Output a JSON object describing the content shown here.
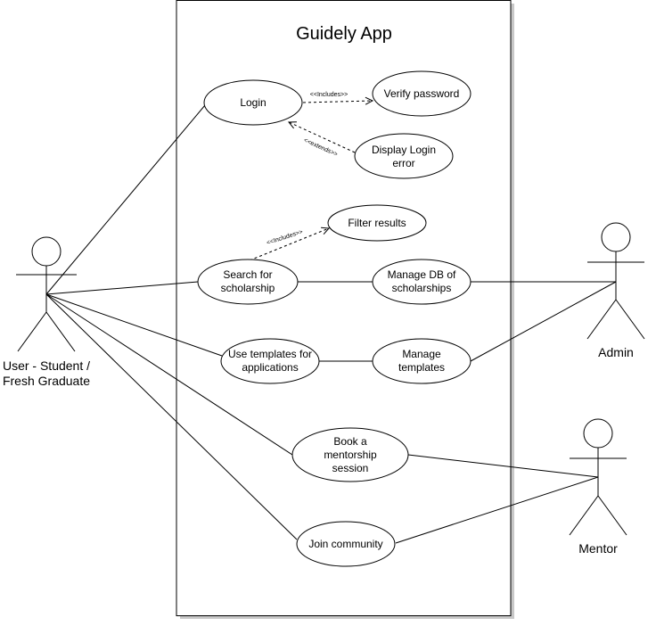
{
  "system": {
    "title": "Guidely App"
  },
  "actors": {
    "user": [
      "User - Student /",
      "Fresh Graduate"
    ],
    "admin": [
      "Admin"
    ],
    "mentor": [
      "Mentor"
    ]
  },
  "use_cases": {
    "login": [
      "Login"
    ],
    "verify_password": [
      "Verify password"
    ],
    "display_login_error": [
      "Display Login",
      "error"
    ],
    "filter_results": [
      "Filter results"
    ],
    "search_scholarship": [
      "Search for",
      "scholarship"
    ],
    "manage_db": [
      "Manage DB of",
      "scholarships"
    ],
    "use_templates": [
      "Use templates for",
      "applications"
    ],
    "manage_templates": [
      "Manage",
      "templates"
    ],
    "book_mentorship": [
      "Book a",
      "mentorship",
      "session"
    ],
    "join_community": [
      "Join community"
    ]
  },
  "stereotypes": {
    "login_includes": "<<Includes>>",
    "login_extends": "<<extends>>",
    "search_includes": "<<Includes>>"
  }
}
